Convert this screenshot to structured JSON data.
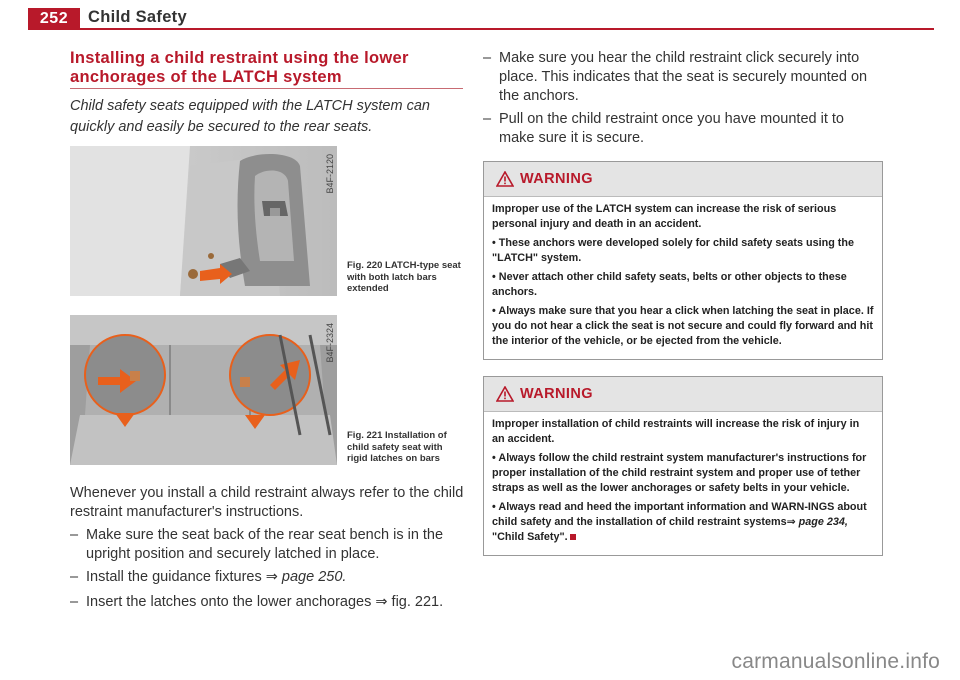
{
  "header": {
    "page_number": "252",
    "section_title": "Child Safety"
  },
  "heading": "Installing a child restraint using the lower anchorages of the LATCH system",
  "intro": "Child safety seats equipped with the LATCH system can quickly and easily be secured to the rear seats.",
  "figures": [
    {
      "code": "B4F-2120",
      "caption": "Fig. 220 LATCH-type seat with both latch bars extended"
    },
    {
      "code": "B4F-2324",
      "caption": "Fig. 221 Installation of child safety seat with rigid latches on bars"
    }
  ],
  "body_intro": "Whenever you install a child restraint always refer to the child restraint manufacturer's instructions.",
  "steps_left": [
    {
      "text": "Make sure the seat back of the rear seat bench is in the upright position and securely latched in place."
    },
    {
      "text": "Install the guidance fixtures ",
      "ref": "⇒ page 250."
    },
    {
      "text": "Insert the latches onto the lower anchorages ",
      "ref": "⇒ fig. 221."
    }
  ],
  "steps_right": [
    "Make sure you hear the child restraint click securely into place. This indicates that the seat is securely mounted on the anchors.",
    "Pull on the child restraint once you have mounted it to make sure it is secure."
  ],
  "warnings": [
    {
      "label": "WARNING",
      "lead": "Improper use of the LATCH system can increase the risk of serious personal injury and death in an accident.",
      "bullets": [
        "These anchors were developed solely for child safety seats using the \"LATCH\" system.",
        "Never attach other child safety seats, belts or other objects to these anchors.",
        "Always make sure that you hear a click when latching the seat in place. If you do not hear a click the seat is not secure and could fly forward and hit the interior of the vehicle, or be ejected from the vehicle."
      ]
    },
    {
      "label": "WARNING",
      "lead": "Improper installation of child restraints will increase the risk of injury in an accident.",
      "bullets": [
        "Always follow the child restraint system manufacturer's instructions for proper installation of the child restraint system and proper use of tether straps as well as the lower anchorages or safety belts in your vehicle.",
        "Always read and heed the important information and WARN-INGS about child safety and the installation of child restraint systems"
      ],
      "last_ref": "⇒ page 234,",
      "last_ref_tail": " \"Child Safety\"."
    }
  ],
  "footer": "carmanualsonline.info",
  "colors": {
    "accent": "#b8192a",
    "arrow": "#e8601c"
  }
}
